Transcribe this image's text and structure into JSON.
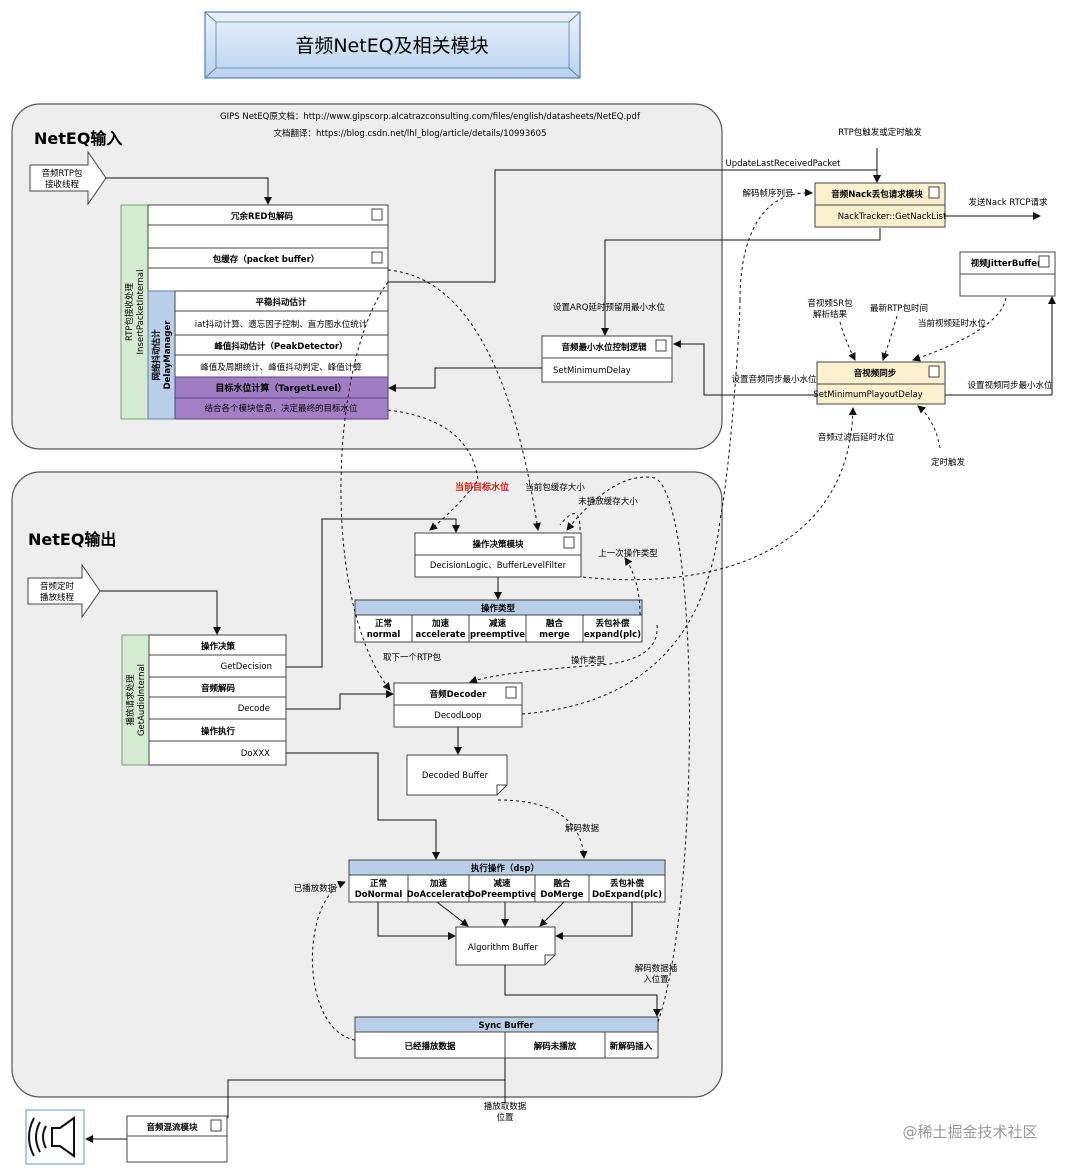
{
  "title": "音频NetEQ及相关模块",
  "refs": {
    "doc": "GIPS NetEQ原文档：http://www.gipscorp.alcatrazconsulting.com/files/english/datasheets/NetEQ.pdf",
    "trans": "文档翻译：https://blog.csdn.net/lhl_blog/article/details/10993605"
  },
  "input": {
    "title": "NetEQ输入",
    "thread": [
      "音频RTP包",
      "接收线程"
    ],
    "side_label": [
      "RTP包接收处理",
      "InsertPacketInternal"
    ],
    "red": "冗余RED包解码",
    "packet_buffer": "包缓存（packet buffer）",
    "dm_label": [
      "网络抖动估计",
      "DelayManager"
    ],
    "smooth": "平稳抖动估计",
    "smooth_desc": "iat抖动计算、遗忘因子控制、直方图水位统计",
    "peak": "峰值抖动估计（PeakDetector）",
    "peak_desc": "峰值及周期统计、峰值抖动判定、峰值计算",
    "target": "目标水位计算（TargetLevel）",
    "target_desc": "结合各个模块信息，决定最终的目标水位",
    "minwater": "音频最小水位控制逻辑",
    "set_min_delay": "SetMinimumDelay"
  },
  "right": {
    "rtp_trigger": "RTP包触发或定时触发",
    "update_last": "UpdateLastReceivedPacket",
    "decode_seq": "解码帧序列号",
    "nack": "音频Nack丢包请求模块",
    "nack_fn": "NackTracker::GetNackList",
    "send_nack": "发送Nack RTCP请求",
    "set_arq": "设置ARQ延时预留用最小水位",
    "video_jitter": "视频JitterBuffer",
    "sr_parse": [
      "音视频SR包",
      "解析结果"
    ],
    "latest_rtp": "最新RTP包时间",
    "cur_video": "当前视频延时水位",
    "av_sync": "音视频同步",
    "set_playout": "SetMinimumPlayoutDelay",
    "set_audio_sync": "设置音频同步最小水位",
    "set_video_sync": "设置视频同步最小水位",
    "audio_filtered": "音频过滤后延时水位",
    "timer": "定时触发"
  },
  "output": {
    "title": "NetEQ输出",
    "thread": [
      "音频定时",
      "播放线程"
    ],
    "side_label": [
      "播放请求处理",
      "GetAudioInternal"
    ],
    "op_decide": "操作决策",
    "get_decision": "GetDecision",
    "audio_decode": "音频解码",
    "decode": "Decode",
    "op_exec": "操作执行",
    "doxxx": "DoXXX",
    "cur_target": "当前目标水位",
    "cur_buffer": "当前包缓存大小",
    "unplayed": "未播放缓存大小",
    "decision_mod": "操作决策模块",
    "decision_fn": "DecisionLogic、BufferLevelFilter",
    "last_op": "上一次操作类型",
    "op_types": "操作类型",
    "ops": [
      {
        "zh": "正常",
        "en": "normal"
      },
      {
        "zh": "加速",
        "en": "accelerate"
      },
      {
        "zh": "减速",
        "en": "preemptive"
      },
      {
        "zh": "融合",
        "en": "merge"
      },
      {
        "zh": "丢包补偿",
        "en": "expand(plc)"
      }
    ],
    "fetch_rtp": "取下一个RTP包",
    "op_type_arrow": "操作类型",
    "decoder": "音频Decoder",
    "decod_loop": "DecodLoop",
    "decoded_buffer": "Decoded Buffer",
    "decoded_data": "解码数据",
    "exec_op": "执行操作（dsp）",
    "dsp_ops": [
      {
        "zh": "正常",
        "en": "DoNormal"
      },
      {
        "zh": "加速",
        "en": "DoAccelerate"
      },
      {
        "zh": "减速",
        "en": "DoPreemptive"
      },
      {
        "zh": "融合",
        "en": "DoMerge"
      },
      {
        "zh": "丢包补偿",
        "en": "DoExpand(plc)"
      }
    ],
    "played_data": "已播放数据",
    "algo_buffer": "Algorithm Buffer",
    "insert_pos": [
      "解码数据插",
      "入位置"
    ],
    "sync_buffer": "Sync Buffer",
    "sync_cells": [
      "已经播放数据",
      "解码未播放",
      "新解码插入"
    ],
    "fetch_play": [
      "播放取数据",
      "位置"
    ],
    "mixer": "音频混流模块"
  },
  "watermark": "@稀土掘金技术社区"
}
